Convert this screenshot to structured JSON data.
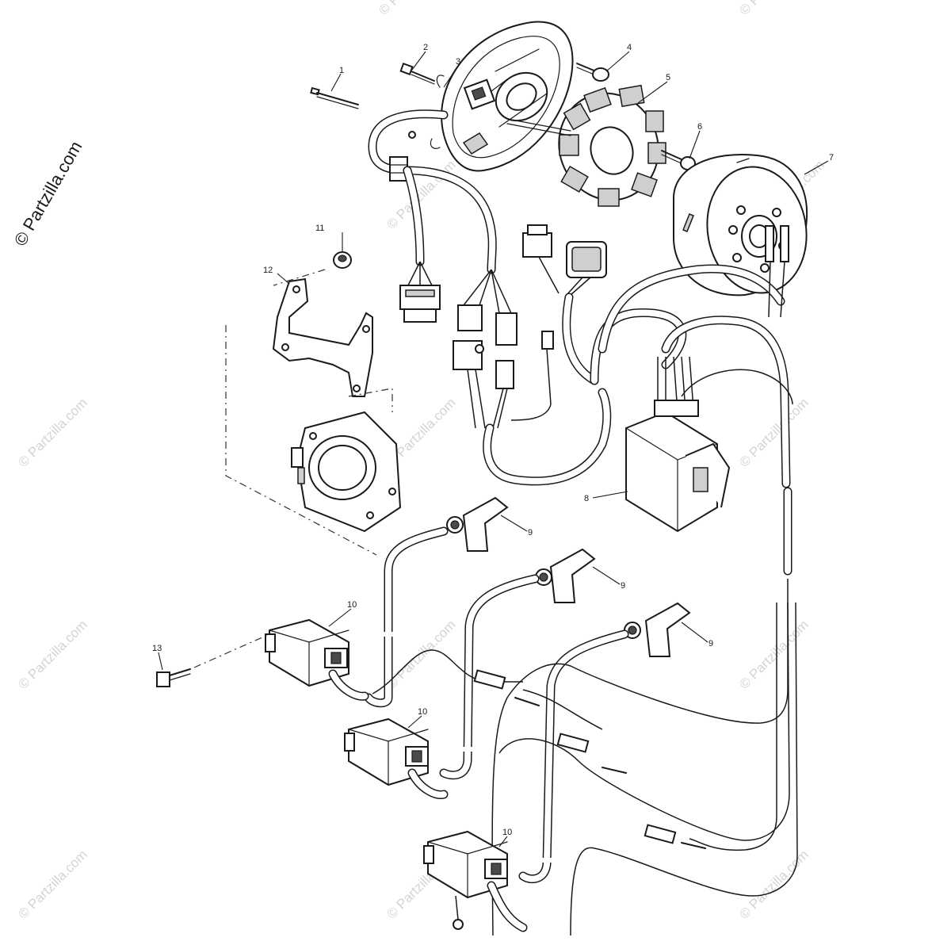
{
  "copyright": "© Partzilla.com",
  "watermark_text": "© Partzilla.com",
  "callouts": [
    "1",
    "2",
    "3",
    "4",
    "5",
    "6",
    "7",
    "8",
    "9",
    "9",
    "9",
    "10",
    "10",
    "10",
    "11",
    "12",
    "13"
  ],
  "colors": {
    "line": "#1a1a1a",
    "watermark": "#d4d4d4",
    "background": "#ffffff"
  }
}
